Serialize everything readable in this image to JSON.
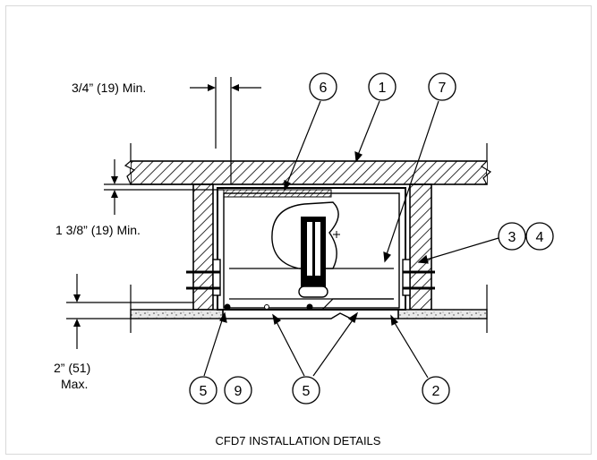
{
  "dimensions": {
    "top_gap": "3/4” (19) Min.",
    "side_gap": "1 3/8” (19) Min.",
    "ceiling_max_line1": "2” (51)",
    "ceiling_max_line2": "Max."
  },
  "callouts": {
    "c6": "6",
    "c1": "1",
    "c7": "7",
    "c3": "3",
    "c4": "4",
    "c5a": "5",
    "c9": "9",
    "c5b": "5",
    "c2": "2"
  },
  "caption": "CFD7 INSTALLATION DETAILS"
}
